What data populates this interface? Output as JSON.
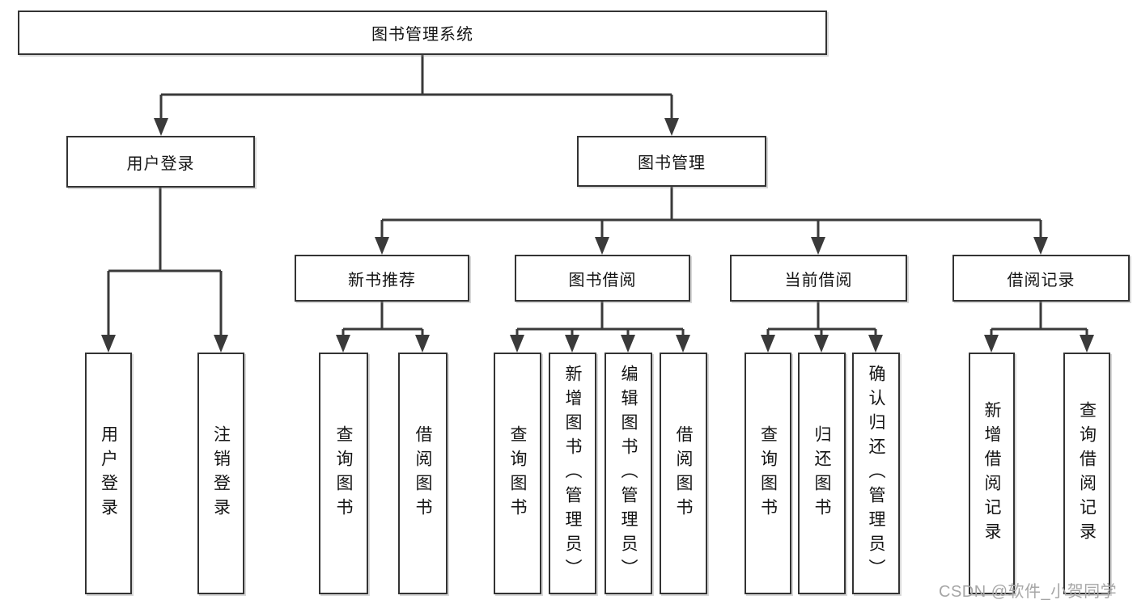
{
  "diagram": {
    "root": "图书管理系统",
    "level2": {
      "login": "用户登录",
      "management": "图书管理"
    },
    "level3": {
      "recommend": "新书推荐",
      "borrow": "图书借阅",
      "current": "当前借阅",
      "records": "借阅记录"
    },
    "leaves": {
      "login": [
        "用户登录",
        "注销登录"
      ],
      "recommend": [
        "查询图书",
        "借阅图书"
      ],
      "borrow": [
        "查询图书",
        "新增图书（管理员）",
        "编辑图书（管理员）",
        "借阅图书"
      ],
      "current": [
        "查询图书",
        "归还图书",
        "确认归还（管理员）"
      ],
      "records": [
        "新增借阅记录",
        "查询借阅记录"
      ]
    }
  },
  "watermark": "CSDN @软件_小贺同学",
  "colors": {
    "line": "#3a3a3a",
    "box_border": "#333333",
    "box_bg": "#ffffff",
    "text": "#141414",
    "watermark": "#a6a6a6"
  }
}
